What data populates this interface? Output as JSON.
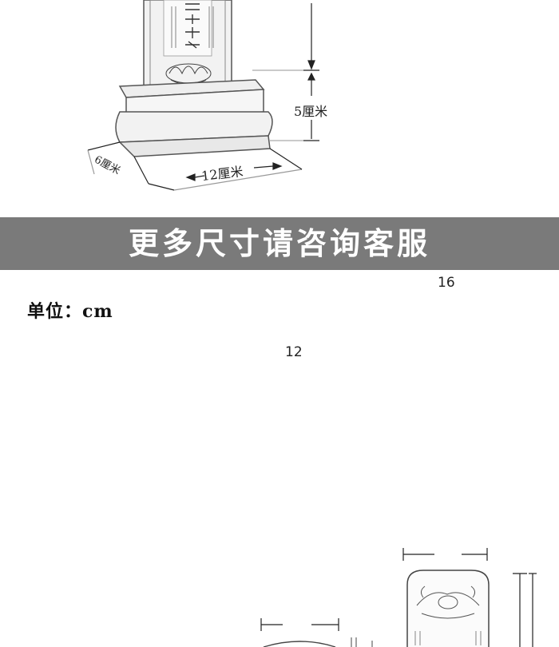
{
  "banner": {
    "text": "更多尺寸请咨询客服"
  },
  "units": {
    "label": "单位：cm"
  },
  "dimensions": {
    "height_label": "5厘米",
    "depth_label": "6厘米",
    "width_label": "12厘米",
    "top_width_label": "16",
    "base_width_label": "12"
  },
  "colors": {
    "banner_bg": "#7a7a7a",
    "banner_text": "#ffffff"
  }
}
